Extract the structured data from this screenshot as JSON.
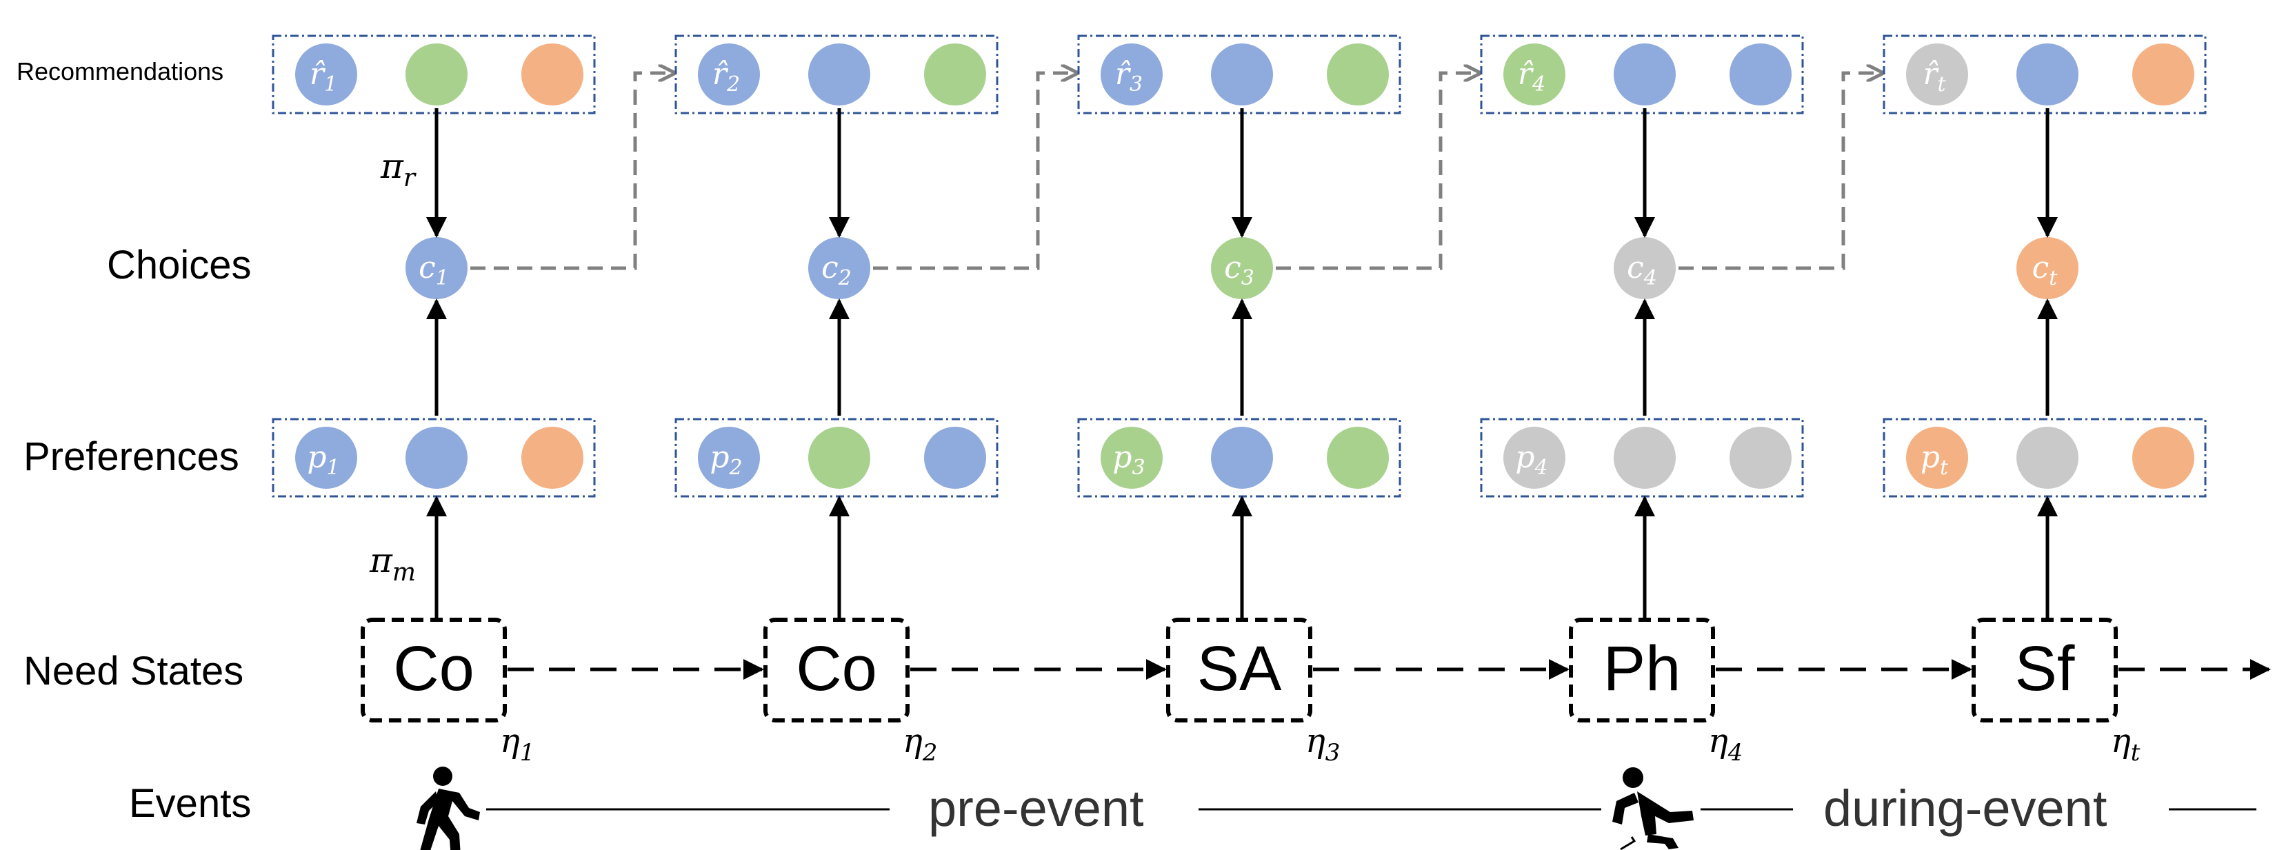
{
  "row_labels": {
    "recommendations": "Recommendations",
    "choices": "Choices",
    "preferences": "Preferences",
    "need_states": "Need States",
    "events": "Events"
  },
  "colors": {
    "blue": "#8faadc",
    "green": "#a9d18e",
    "orange": "#f4b183",
    "gray": "#c9c9c9",
    "box_border": "#2f5597",
    "dashed_arrow": "#808080"
  },
  "timesteps": [
    {
      "rec_label": "r̂",
      "rec_sub": "1",
      "rec_colors": [
        "blue",
        "green",
        "orange"
      ],
      "choice_label": "c",
      "choice_sub": "1",
      "choice_color": "blue",
      "pref_label": "p",
      "pref_sub": "1",
      "pref_colors": [
        "blue",
        "blue",
        "orange"
      ],
      "state": "Co",
      "eta_label": "η",
      "eta_sub": "1"
    },
    {
      "rec_label": "r̂",
      "rec_sub": "2",
      "rec_colors": [
        "blue",
        "blue",
        "green"
      ],
      "choice_label": "c",
      "choice_sub": "2",
      "choice_color": "blue",
      "pref_label": "p",
      "pref_sub": "2",
      "pref_colors": [
        "blue",
        "green",
        "blue"
      ],
      "state": "Co",
      "eta_label": "η",
      "eta_sub": "2"
    },
    {
      "rec_label": "r̂",
      "rec_sub": "3",
      "rec_colors": [
        "blue",
        "blue",
        "green"
      ],
      "choice_label": "c",
      "choice_sub": "3",
      "choice_color": "green",
      "pref_label": "p",
      "pref_sub": "3",
      "pref_colors": [
        "green",
        "blue",
        "green"
      ],
      "state": "SA",
      "eta_label": "η",
      "eta_sub": "3"
    },
    {
      "rec_label": "r̂",
      "rec_sub": "4",
      "rec_colors": [
        "green",
        "blue",
        "blue"
      ],
      "choice_label": "c",
      "choice_sub": "4",
      "choice_color": "gray",
      "pref_label": "p",
      "pref_sub": "4",
      "pref_colors": [
        "gray",
        "gray",
        "gray"
      ],
      "state": "Ph",
      "eta_label": "η",
      "eta_sub": "4"
    },
    {
      "rec_label": "r̂",
      "rec_sub": "t",
      "rec_colors": [
        "gray",
        "blue",
        "orange"
      ],
      "choice_label": "c",
      "choice_sub": "t",
      "choice_color": "orange",
      "pref_label": "p",
      "pref_sub": "t",
      "pref_colors": [
        "orange",
        "gray",
        "orange"
      ],
      "state": "Sf",
      "eta_label": "η",
      "eta_sub": "t"
    }
  ],
  "policy_labels": {
    "pi_r": "π",
    "pi_r_sub": "r",
    "pi_m": "π",
    "pi_m_sub": "m"
  },
  "events": {
    "pre_event": "pre-event",
    "during_event": "during-event",
    "walk_icon": "walking-person-icon",
    "fall_icon": "falling-person-icon"
  }
}
